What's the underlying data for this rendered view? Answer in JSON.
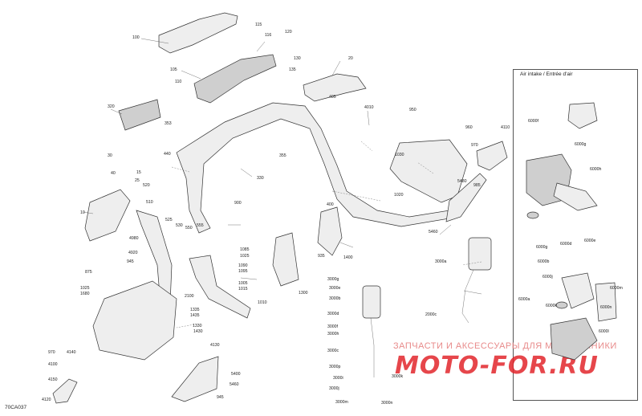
{
  "inset_title": "Air intake / Entrée d'air",
  "diagram_code": "70CA037",
  "watermark": {
    "top_text": "ЗАПЧАСТИ И АКСЕССУАРЫ ДЛЯ МОТОТЕХНИКИ",
    "logo_text": "MOTO-FOR.RU"
  },
  "part_labels": [
    "100",
    "105",
    "110",
    "115",
    "116",
    "120",
    "130",
    "135",
    "20",
    "320",
    "353",
    "405",
    "440",
    "330",
    "355",
    "400",
    "4010",
    "950",
    "960",
    "970",
    "4110",
    "1030",
    "1020",
    "900",
    "30",
    "40",
    "15",
    "25",
    "520",
    "510",
    "525",
    "530",
    "550",
    "555",
    "10",
    "4980",
    "4920",
    "945",
    "1085",
    "1025",
    "1090",
    "1095",
    "1005",
    "1015",
    "1010",
    "1300",
    "935",
    "1400",
    "5460",
    "5480",
    "985",
    "3000a",
    "3000g",
    "3000e",
    "3000b",
    "2000c",
    "3000d",
    "3000f",
    "3000h",
    "3000c",
    "3000p",
    "3000i",
    "3000j",
    "3000m",
    "3000n",
    "3000k",
    "1335",
    "1435",
    "1330",
    "1430",
    "875",
    "1025",
    "1680",
    "2100",
    "970",
    "4140",
    "4100",
    "4150",
    "4120",
    "4130",
    "5400",
    "5460",
    "945",
    "6000f",
    "6000g",
    "6000h",
    "6000g",
    "6000d",
    "6000e",
    "6000b",
    "6000j",
    "6000a",
    "6000k",
    "6000m",
    "6000n",
    "6000l"
  ]
}
